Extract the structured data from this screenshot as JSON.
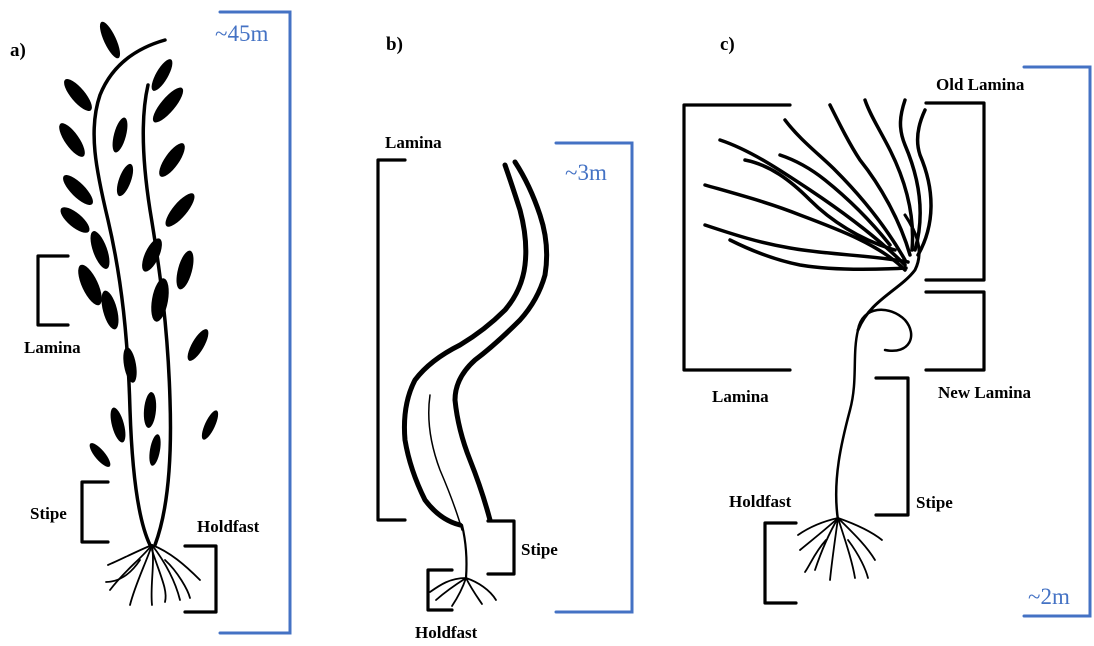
{
  "panels": {
    "a": {
      "label": "a)",
      "scale": "~45m",
      "parts": {
        "lamina": "Lamina",
        "stipe": "Stipe",
        "holdfast": "Holdfast"
      }
    },
    "b": {
      "label": "b)",
      "scale": "~3m",
      "parts": {
        "lamina": "Lamina",
        "stipe": "Stipe",
        "holdfast": "Holdfast"
      }
    },
    "c": {
      "label": "c)",
      "scale": "~2m",
      "parts": {
        "old_lamina": "Old Lamina",
        "lamina": "Lamina",
        "new_lamina": "New Lamina",
        "holdfast": "Holdfast",
        "stipe": "Stipe"
      }
    }
  },
  "colors": {
    "scale_bracket": "#4472c4",
    "ink": "#000000"
  }
}
